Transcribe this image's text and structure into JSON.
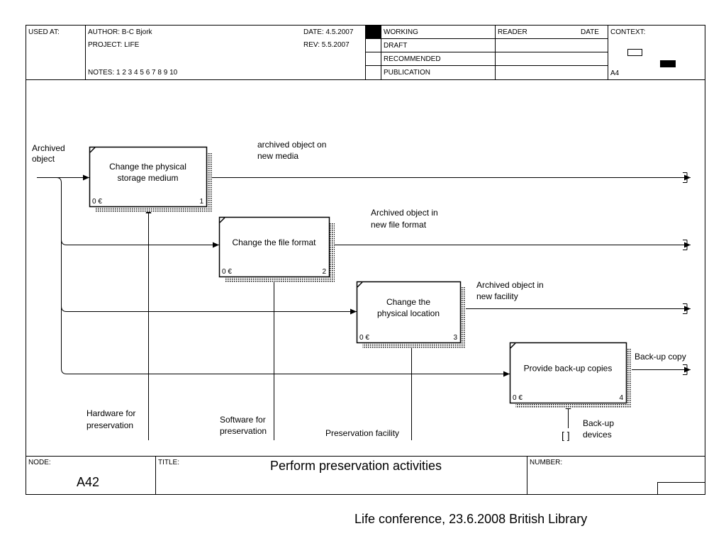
{
  "header": {
    "used_at_label": "USED AT:",
    "author": "AUTHOR: B-C Bjork",
    "project": "PROJECT: LIFE",
    "notes": "NOTES: 1 2 3 4 5 6 7 8 9 10",
    "date": "DATE: 4.5.2007",
    "rev": "REV:  5.5.2007",
    "status": [
      "WORKING",
      "DRAFT",
      "RECOMMENDED",
      "PUBLICATION"
    ],
    "reader_label": "READER",
    "reader_date_label": "DATE",
    "context_label": "CONTEXT:",
    "context_sheet": "A4"
  },
  "diagram": {
    "boxes": [
      {
        "title_lines": [
          "Change the physical",
          "storage medium"
        ],
        "cost": "0 €",
        "number": "1"
      },
      {
        "title_lines": [
          "Change the file format"
        ],
        "cost": "0 €",
        "number": "2"
      },
      {
        "title_lines": [
          "Change the",
          "physical location"
        ],
        "cost": "0 €",
        "number": "3"
      },
      {
        "title_lines": [
          "Provide back-up copies"
        ],
        "cost": "0 €",
        "number": "4"
      }
    ],
    "input_label_lines": [
      "Archived",
      "object"
    ],
    "outputs": [
      [
        "archived object on",
        "new media"
      ],
      [
        "Archived object in",
        "new file format"
      ],
      [
        "Archived object in",
        "new facility"
      ],
      [
        "Back-up copy"
      ]
    ],
    "mechanisms": [
      [
        "Hardware for",
        "preservation"
      ],
      [
        "Software for",
        "preservation"
      ],
      [
        "Preservation facility"
      ],
      [
        "Back-up",
        "devices"
      ]
    ],
    "tunnel_glyph": "[ ]"
  },
  "footer_box": {
    "node_label": "NODE:",
    "node_value": "A42",
    "title_label": "TITLE:",
    "title_value": "Perform preservation  activities",
    "number_label": "NUMBER:"
  },
  "caption": "Life conference, 23.6.2008 British Library"
}
